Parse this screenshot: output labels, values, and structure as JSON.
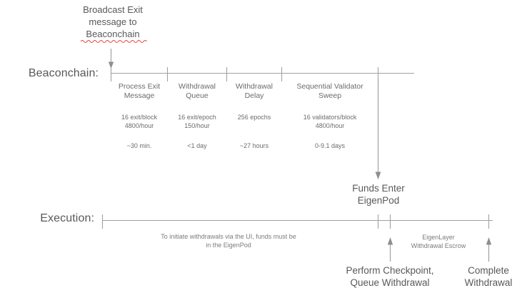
{
  "diagram": {
    "title_note": {
      "lines": [
        "Broadcast Exit",
        "message to",
        "Beaconchain"
      ],
      "misspelled_word": "Beaconchain",
      "spellcheck_color": "#e8453c"
    },
    "rows": [
      {
        "id": "beaconchain",
        "label": "Beaconchain:"
      },
      {
        "id": "execution",
        "label": "Execution:"
      }
    ],
    "beaconchain_segments": [
      {
        "title_line1": "Process Exit",
        "title_line2": "Message",
        "rate_line1": "16 exit/block",
        "rate_line2": "4800/hour",
        "duration": "~30 min."
      },
      {
        "title_line1": "Withdrawal",
        "title_line2": "Queue",
        "rate_line1": "16 exit/epoch",
        "rate_line2": "150/hour",
        "duration": "<1 day"
      },
      {
        "title_line1": "Withdrawal",
        "title_line2": "Delay",
        "rate_line1": "256 epochs",
        "rate_line2": "",
        "duration": "~27 hours"
      },
      {
        "title_line1": "Sequential Validator",
        "title_line2": "Sweep",
        "rate_line1": "16 validators/block",
        "rate_line2": "4800/hour",
        "duration": "0-9.1 days"
      }
    ],
    "funds_enter": {
      "line1": "Funds Enter",
      "line2": "EigenPod"
    },
    "execution_caption": {
      "line1": "To initiate withdrawals via the UI, funds must be",
      "line2": "in the EigenPod"
    },
    "escrow_note": {
      "line1": "EigenLayer",
      "line2": "Withdrawal Escrow"
    },
    "execution_markers": [
      {
        "line1": "Perform Checkpoint,",
        "line2": "Queue Withdrawal"
      },
      {
        "line1": "Complete",
        "line2": "Withdrawal"
      }
    ],
    "colors": {
      "line": "#9a9b9d",
      "text": "#58595b",
      "muted": "#7a7b7d",
      "spellcheck": "#e8453c",
      "background": "#ffffff"
    }
  }
}
